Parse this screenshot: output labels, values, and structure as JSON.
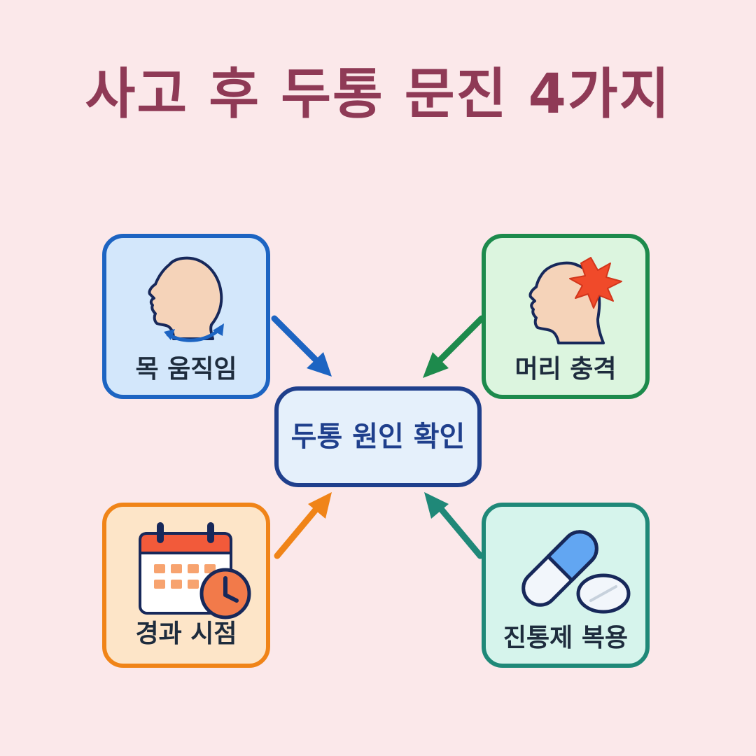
{
  "title": "사고 후 두통 문진 4가지",
  "center": {
    "label": "두통 원인 확인"
  },
  "cards": {
    "neck": {
      "label": "목 움직임",
      "icon": "head-neck-rotation-icon"
    },
    "head": {
      "label": "머리 충격",
      "icon": "head-impact-icon"
    },
    "time": {
      "label": "경과 시점",
      "icon": "calendar-clock-icon"
    },
    "pill": {
      "label": "진통제 복용",
      "icon": "pill-capsule-icon"
    }
  },
  "colors": {
    "background": "#fbe8ea",
    "title": "#8f3a56",
    "neck": "#1d64c2",
    "head": "#1d8a4c",
    "time": "#f08418",
    "pill": "#1f8878",
    "center": "#1f3f8c"
  }
}
